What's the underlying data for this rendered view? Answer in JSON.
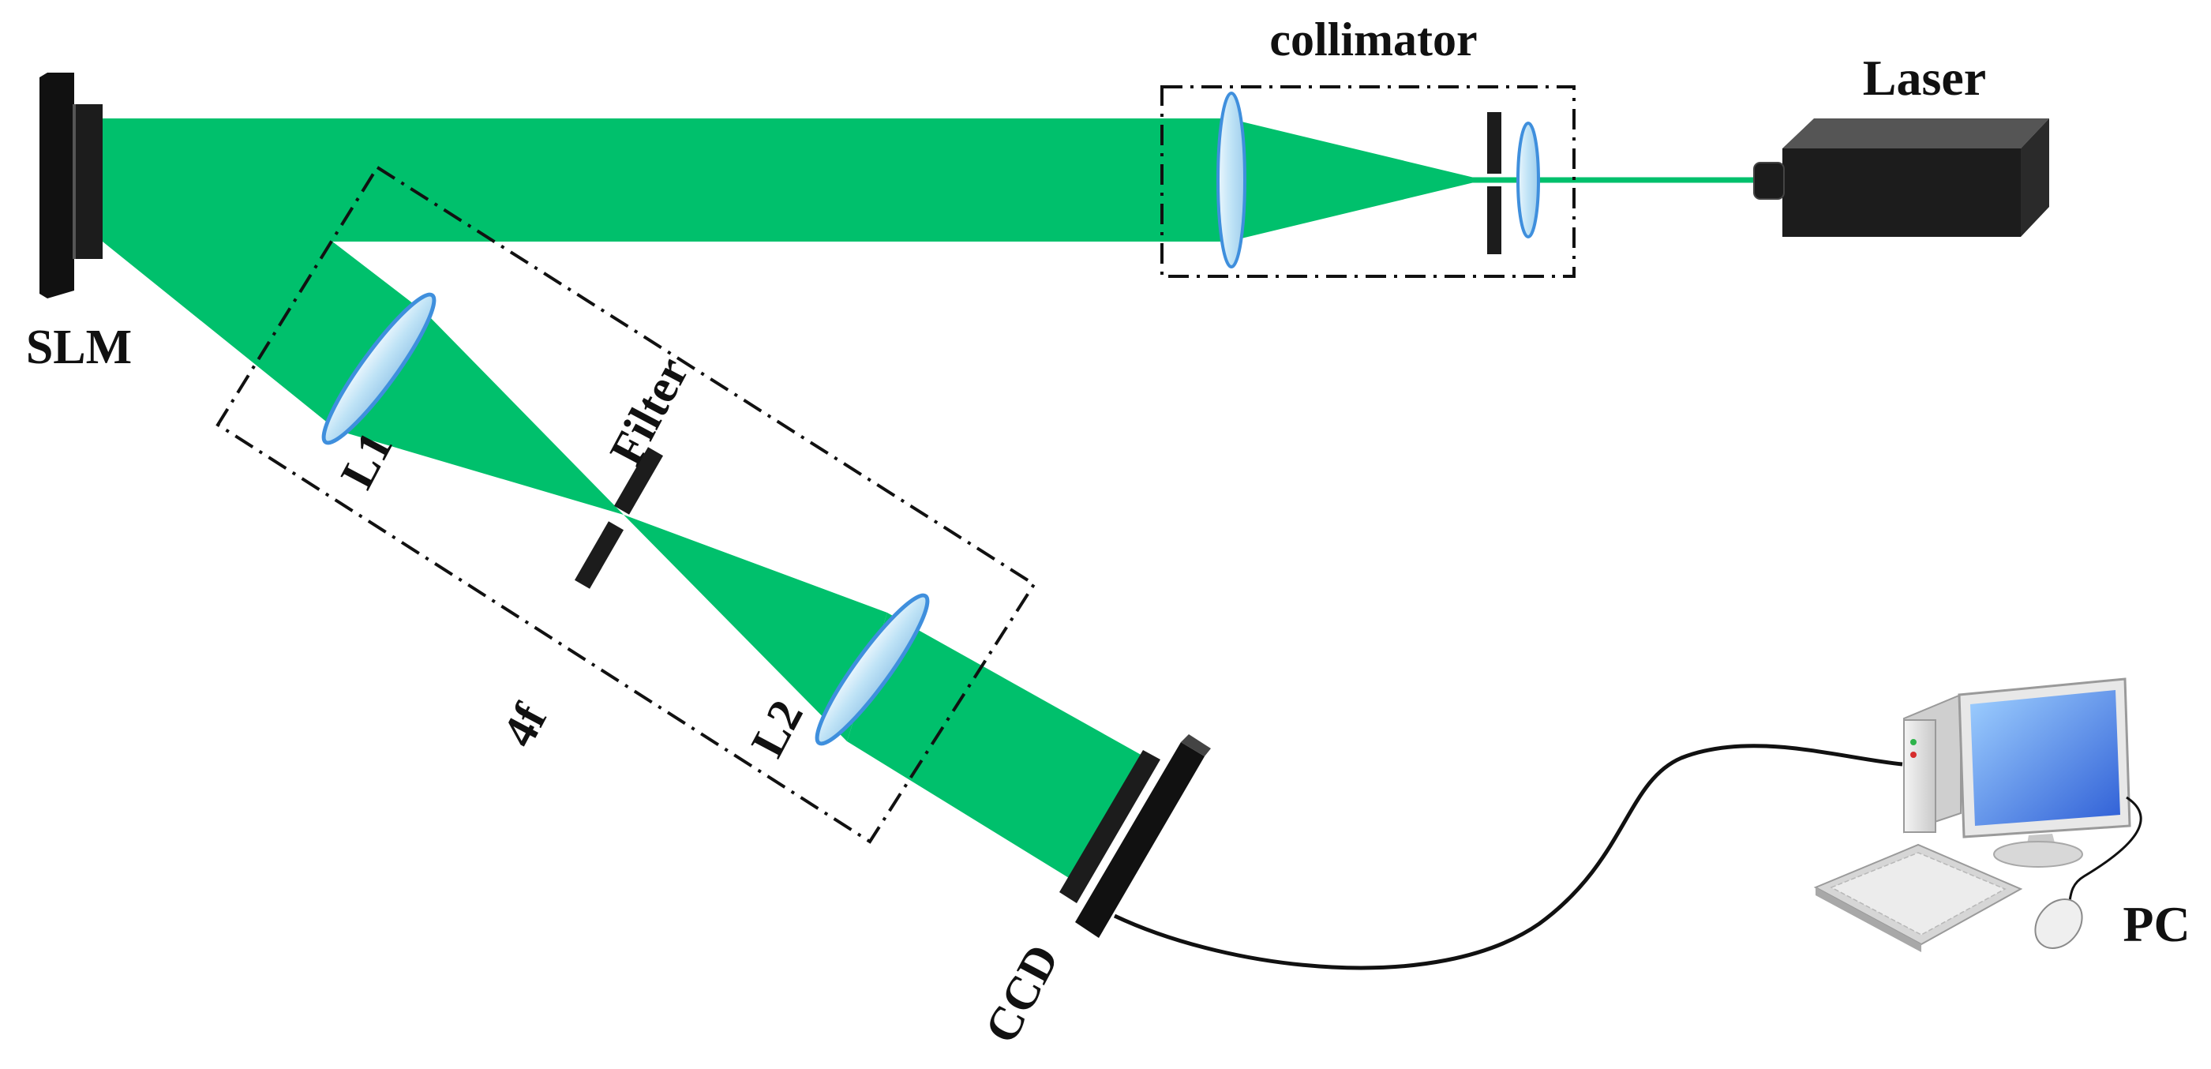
{
  "labels": {
    "collimator": "collimator",
    "laser": "Laser",
    "slm": "SLM",
    "filter": "Filter",
    "l1": "L1",
    "l2": "L2",
    "four_f": "4f",
    "ccd": "CCD",
    "pc": "PC"
  },
  "colors": {
    "beam": "#00c06c",
    "lens_fill": "#bfe3f6",
    "lens_stroke": "#3f8fdd",
    "device": "#1c1c1c",
    "box_line": "#111111"
  },
  "icons": {
    "laser": "laser-box-icon",
    "slm": "slm-plate-icon",
    "ccd": "ccd-sensor-icon",
    "pc": "desktop-computer-icon"
  }
}
